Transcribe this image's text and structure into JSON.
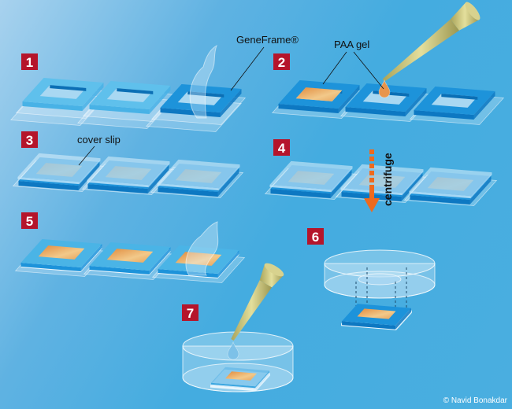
{
  "title": "GeneFrame PAA gel preparation procedure",
  "steps": [
    "1",
    "2",
    "3",
    "4",
    "5",
    "6",
    "7"
  ],
  "labels": {
    "geneframe": "GeneFrame®",
    "paa_gel": "PAA gel",
    "cover_slip": "cover slip",
    "centrifuge": "centrifuge"
  },
  "copyright": "© Navid Bonakdar",
  "colors": {
    "step_badge": "#b5152b",
    "frame": "#1f8fd6",
    "gel": "#e8a55a",
    "arrow": "#ee6a1e",
    "pipette": "#c9c27a"
  }
}
